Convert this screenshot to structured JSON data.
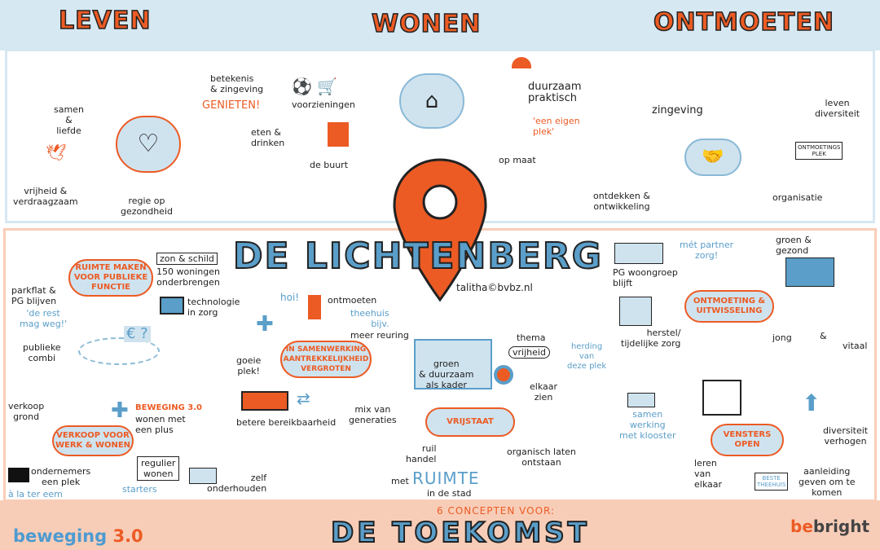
{
  "header": {
    "leven": "LEVEN",
    "wonen": "WONEN",
    "ontmoeten": "ONTMOETEN"
  },
  "title": "DE LICHTENBERG",
  "credit": "talitha©bvbz.nl",
  "leven": {
    "samen": "samen\n&\nliefde",
    "betekenis": "betekenis\n& zingeving",
    "genieten": "GENIETEN!",
    "eten": "eten &\ndrinken",
    "vrijheid": "vrijheid &\nverdraagzaam",
    "regie": "regie op\ngezondheid"
  },
  "wonen": {
    "voorzieningen": "voorzieningen",
    "buurt": "de buurt",
    "duurzaam": "duurzaam\npraktisch",
    "eigen": "'een eigen\nplek'",
    "opmaat": "op maat"
  },
  "ontmoeten": {
    "zingeving": "zingeving",
    "leven": "leven\ndiversiteit",
    "plek": "ONTMOETINGS\nPLEK",
    "ontdekken": "ontdekken &\nontwikkeling",
    "organisatie": "organisatie"
  },
  "c1": {
    "cloud": "RUIMTE MAKEN\nVOOR PUBLIEKE\nFUNCTIE",
    "zon": "zon & schild",
    "woningen": "150 woningen\nonderbrengen",
    "parkflat": "parkflat &\nPG blijven",
    "rest": "'de rest\nmag weg!'",
    "tech": "technologie\nin zorg",
    "publiek": "publieke\ncombi",
    "euro": "€ ?"
  },
  "c2": {
    "cloud": "VERKOOP VOOR\nWERK & WONEN",
    "grond": "verkoop\ngrond",
    "beweging": "BEWEGING 3.0",
    "plus": "wonen met\neen plus",
    "regulier": "regulier\nwonen",
    "ondernemers": "ondernemers\neen plek",
    "alaterem": "à la ter eem",
    "starters": "starters",
    "zelf": "zelf\nonderhouden"
  },
  "c3": {
    "cloud": "IN SAMENWERKING\nAANTREKKELIJKHEID\nVERGROTEN",
    "hoi": "hoi!",
    "ontmoeten": "ontmoeten",
    "theehuis": "theehuis\nbijv.",
    "reuring": "meer reuring",
    "goeie": "goeie\nplek!",
    "bereik": "betere bereikbaarheid",
    "mix": "mix van\ngeneraties"
  },
  "c4": {
    "cloud": "VRIJSTAAT",
    "groen": "groen\n& duurzaam\nals kader",
    "thema": "thema",
    "vrijheid": "vrijheid",
    "herdin": "herding\nvan\ndeze plek",
    "elkaar": "elkaar\nzien",
    "organisch": "organisch laten\nontstaan",
    "ruil": "ruil\nhandel",
    "met": "met",
    "ruimte": "RUIMTE",
    "stad": "in de stad"
  },
  "c5": {
    "cloud": "ONTMOETING &\nUITWISSELING",
    "pg": "PG woongroep\nblijft",
    "partner": "mét partner\nzorg!",
    "groen": "groen &\ngezond",
    "herstel": "herstel/\ntijdelijke zorg",
    "jong": "jong",
    "en": "&",
    "vitaal": "vitaal"
  },
  "c6": {
    "cloud": "VENSTERS\nOPEN",
    "samen": "samen\nwerking\nmet klooster",
    "diversiteit": "diversiteit\nverhogen",
    "leren": "leren\nvan\nelkaar",
    "aanleiding": "aanleiding\ngeven om te\nkomen",
    "beste": "BESTE\nTHEEHUIS"
  },
  "footer": {
    "subtitle": "6 CONCEPTEN VOOR:",
    "toekomst": "DE TOEKOMST",
    "logo_left": "beweging",
    "logo_left_num": "3.0",
    "logo_right_a": "be",
    "logo_right_b": "bright"
  },
  "colors": {
    "orange": "#ec5b24",
    "blue": "#5a9ec9",
    "lightblue": "#d6e8f2",
    "salmon": "#f8cdb8"
  }
}
